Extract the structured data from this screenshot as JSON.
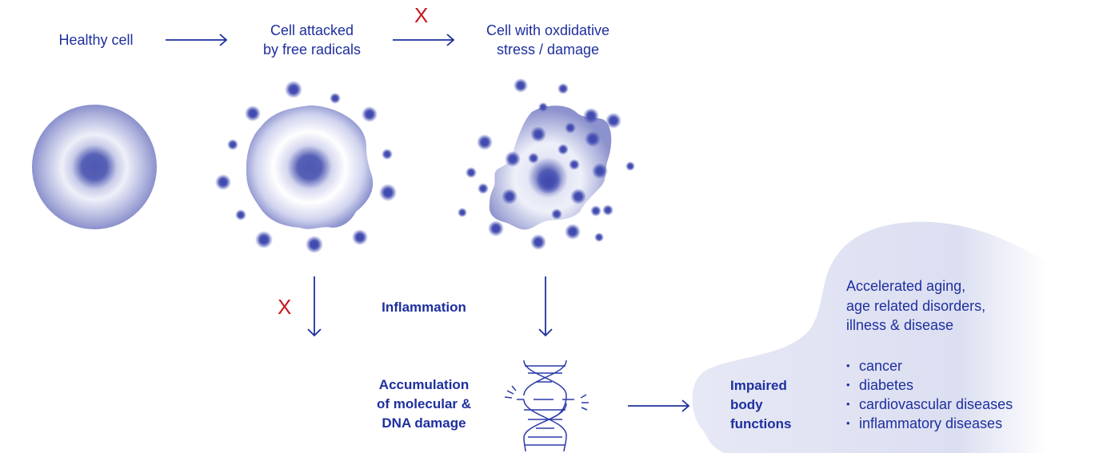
{
  "diagram": {
    "stages": {
      "healthy": "Healthy cell",
      "attacked_l1": "Cell attacked",
      "attacked_l2": "by free radicals",
      "oxidative_l1": "Cell with oxdidative",
      "oxidative_l2": "stress / damage"
    },
    "blocked_mark": "X",
    "inflammation": "Inflammation",
    "accumulation": [
      "Accumulation",
      "of molecular &",
      "DNA damage"
    ],
    "impaired": [
      "Impaired",
      "body",
      "functions"
    ],
    "outcome": [
      "Accelerated aging,",
      "age related disorders,",
      "illness & disease"
    ],
    "diseases": [
      "cancer",
      "diabetes",
      "cardiovascular diseases",
      "inflammatory diseases"
    ],
    "colors": {
      "primary": "#1e2f9e",
      "blocked": "#c8161d",
      "cell": "#5560b5",
      "blob": "#dfe1f2"
    }
  }
}
